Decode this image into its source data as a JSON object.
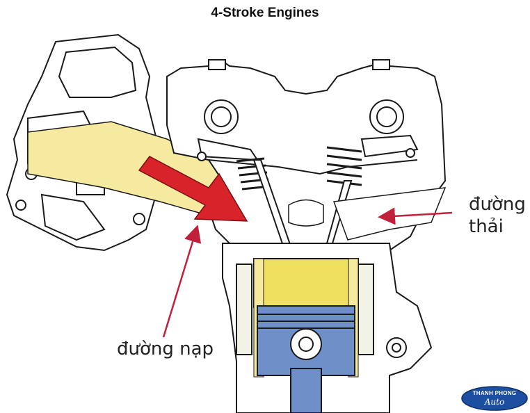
{
  "title": "4-Stroke Engines",
  "labels": {
    "exhaust_line1": "đường",
    "exhaust_line2": "thải",
    "intake": "đường nạp"
  },
  "logo": {
    "line1": "THANH PHONG",
    "line2": "Auto"
  },
  "colors": {
    "intake_yellow": "#f5eaa0",
    "combustion_yellow": "#f0e060",
    "piston_blue": "#6f8fc9",
    "arrow_red": "#d8232a",
    "pointer_red": "#c0203a",
    "outline": "#1a1a1a",
    "logo_blue": "#1c4fa0"
  },
  "icons": [
    "intake-flow-arrow",
    "exhaust-pointer-arrow",
    "intake-pointer-arrow",
    "brand-logo"
  ]
}
